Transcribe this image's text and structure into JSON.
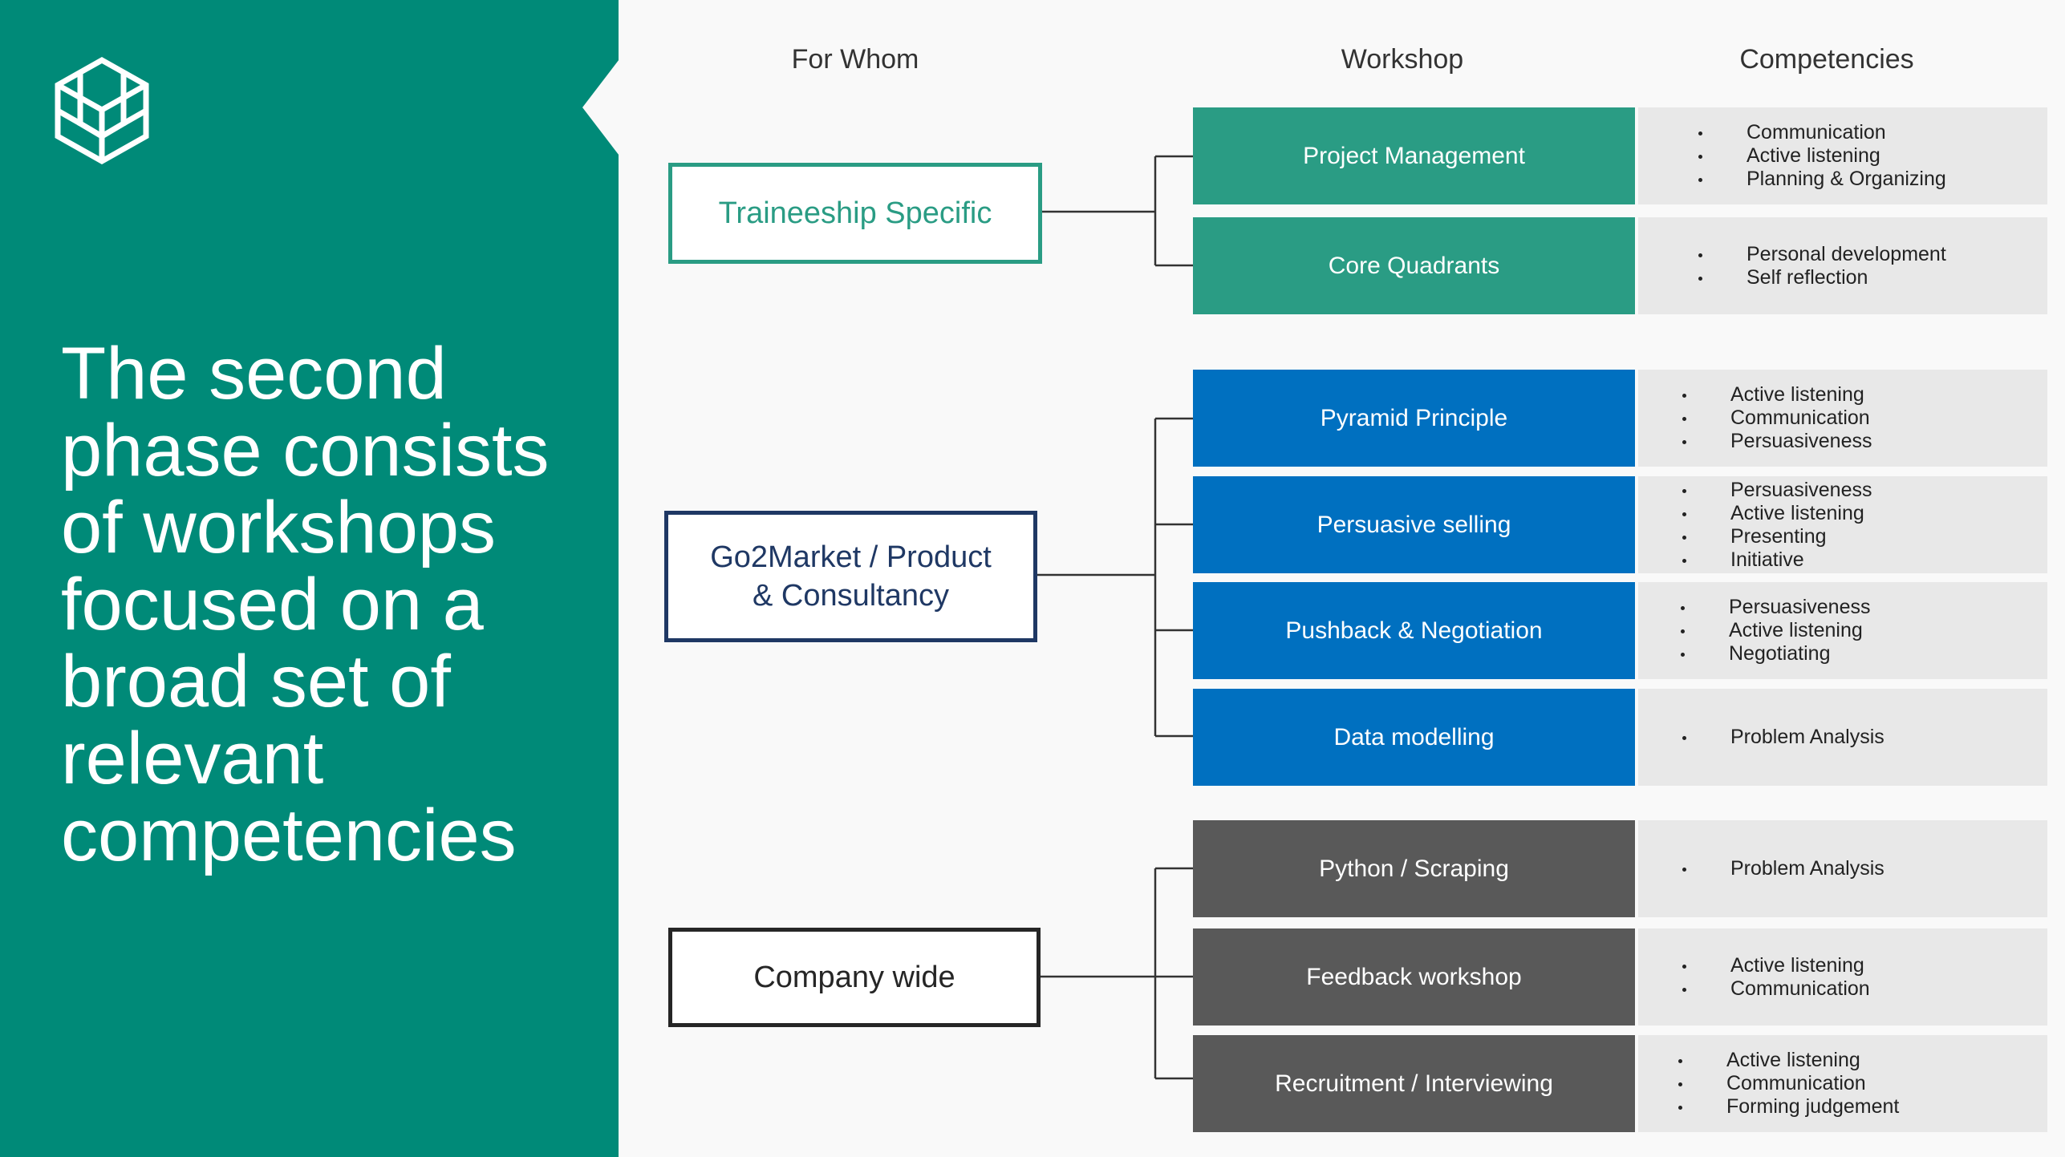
{
  "headline": "The second\nphase consists\nof workshops\nfocused on a\nbroad set of\nrelevant\ncompetencies",
  "column_headers": {
    "for_whom": "For Whom",
    "workshop": "Workshop",
    "competencies": "Competencies"
  },
  "colors": {
    "panel": "#008a78",
    "teal": "#2a9c84",
    "blue": "#0070c0",
    "navy": "#1f3864",
    "grey": "#595959"
  },
  "groups": [
    {
      "label": "Traineeship Specific",
      "workshops": [
        {
          "name": "Project Management",
          "competencies": [
            "Communication",
            "Active listening",
            "Planning & Organizing"
          ]
        },
        {
          "name": "Core Quadrants",
          "competencies": [
            "Personal development",
            "Self reflection"
          ]
        }
      ]
    },
    {
      "label": "Go2Market / Product & Consultancy",
      "workshops": [
        {
          "name": "Pyramid Principle",
          "competencies": [
            "Active listening",
            "Communication",
            "Persuasiveness"
          ]
        },
        {
          "name": "Persuasive selling",
          "competencies": [
            "Persuasiveness",
            "Active listening",
            "Presenting",
            "Initiative"
          ]
        },
        {
          "name": "Pushback & Negotiation",
          "competencies": [
            "Persuasiveness",
            "Active listening",
            "Negotiating"
          ]
        },
        {
          "name": "Data modelling",
          "competencies": [
            "Problem Analysis"
          ]
        }
      ]
    },
    {
      "label": "Company wide",
      "workshops": [
        {
          "name": "Python / Scraping",
          "competencies": [
            "Problem Analysis"
          ]
        },
        {
          "name": "Feedback workshop",
          "competencies": [
            "Active listening",
            "Communication"
          ]
        },
        {
          "name": "Recruitment / Interviewing",
          "competencies": [
            "Active listening",
            "Communication",
            "Forming judgement"
          ]
        }
      ]
    }
  ]
}
